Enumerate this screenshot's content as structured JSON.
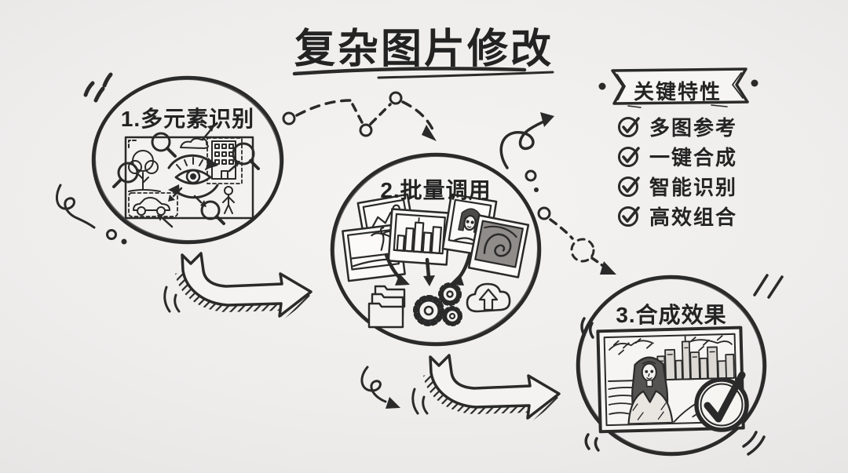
{
  "title": "复杂图片修改",
  "steps": [
    {
      "label": "1.多元素识别"
    },
    {
      "label": "2.批量调用"
    },
    {
      "label": "3.合成效果"
    }
  ],
  "features": {
    "title": "关键特性",
    "items": [
      {
        "label": "多图参考"
      },
      {
        "label": "一键合成"
      },
      {
        "label": "智能识别"
      },
      {
        "label": "高效组合"
      }
    ]
  },
  "colors": {
    "ink": "#2a2a2a",
    "paper": "#efedeb"
  }
}
